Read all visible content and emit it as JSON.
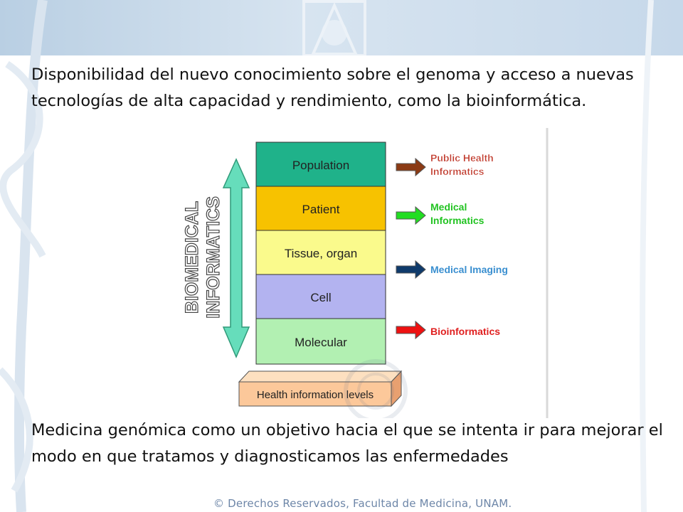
{
  "slide": {
    "top_text": "Disponibilidad del nuevo conocimiento sobre el genoma y acceso a nuevas tecnologías de alta capacidad y rendimiento, como la bioinformática.",
    "bottom_text": "Medicina genómica como un objetivo hacia el que se intenta ir para mejorar el modo en que tratamos y diagnosticamos las enfermedades",
    "footer": "© Derechos Reservados, Facultad de Medicina, UNAM."
  },
  "diagram": {
    "vertical_label_line1": "BIOMEDICAL",
    "vertical_label_line2": "INFORMATICS",
    "levels": [
      {
        "label": "Population",
        "color": "#1fb28a"
      },
      {
        "label": "Patient",
        "color": "#f7c200"
      },
      {
        "label": "Tissue, organ",
        "color": "#fafa8c"
      },
      {
        "label": "Cell",
        "color": "#b3b3f0"
      },
      {
        "label": "Molecular",
        "color": "#b2f0b2"
      }
    ],
    "base_label": "Health information levels",
    "fields": [
      {
        "label_line1": "Public Health",
        "label_line2": "Informatics",
        "color": "#c0392b",
        "arrow_color": "#8b3a14"
      },
      {
        "label_line1": "Medical",
        "label_line2": "Informatics",
        "color": "#22c322",
        "arrow_color": "#22dd22"
      },
      {
        "label_line1": "Medical Imaging",
        "label_line2": "",
        "color": "#3a8fd0",
        "arrow_color": "#0f3a6b"
      },
      {
        "label_line1": "Bioinformatics",
        "label_line2": "",
        "color": "#e02020",
        "arrow_color": "#ee1111"
      }
    ]
  }
}
